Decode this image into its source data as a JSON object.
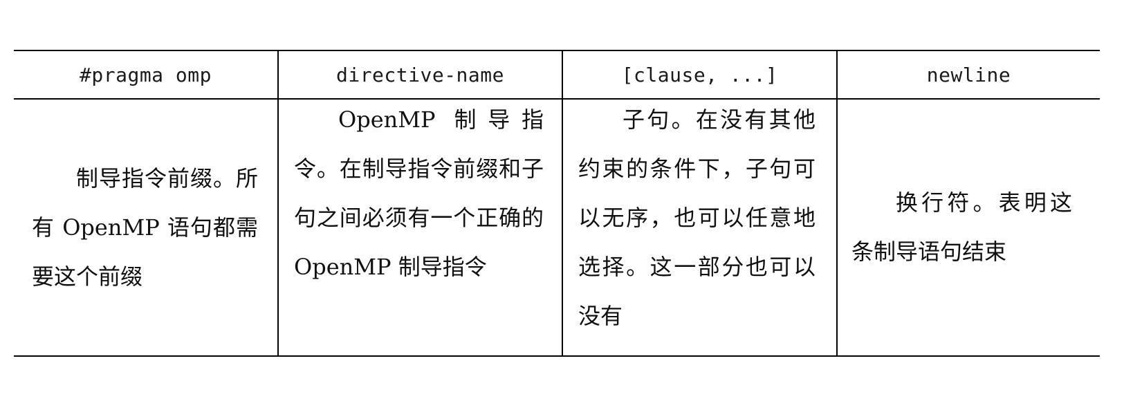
{
  "table": {
    "headers": [
      "#pragma omp",
      "directive-name",
      "[clause, ...]",
      "newline"
    ],
    "rows": [
      {
        "cells": [
          "制导指令前缀。所有 OpenMP 语句都需要这个前缀",
          "OpenMP 制导指令。在制导指令前缀和子句之间必须有一个正确的 OpenMP 制导指令",
          "子句。在没有其他约束的条件下，子句可以无序，也可以任意地选择。这一部分也可以没有",
          "换行符。表明这条制导语句结束"
        ]
      }
    ]
  }
}
